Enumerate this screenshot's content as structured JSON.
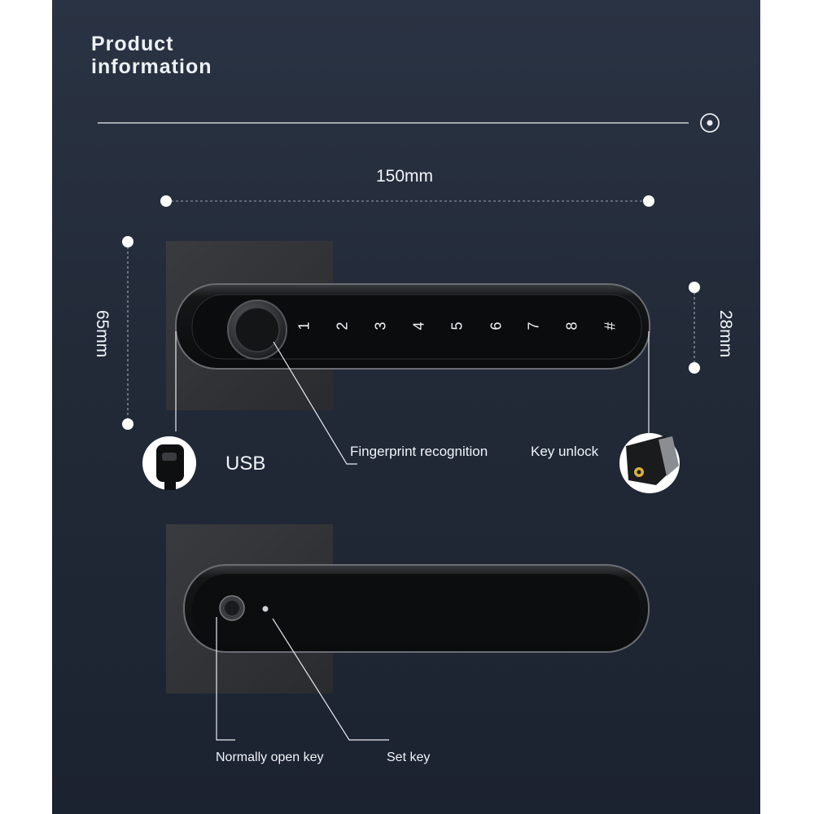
{
  "title": {
    "line1": "Product",
    "line2": "information"
  },
  "dimensions": {
    "width": "150mm",
    "height": "65mm",
    "depth": "28mm"
  },
  "keypad": {
    "keys": [
      "1",
      "2",
      "3",
      "4",
      "5",
      "6",
      "7",
      "8",
      "#"
    ]
  },
  "callouts": {
    "usb": "USB",
    "fingerprint": "Fingerprint recognition",
    "key_unlock": "Key unlock",
    "normally_open": "Normally open key",
    "set_key": "Set key"
  },
  "colors": {
    "background": "#232b39",
    "accent_line": "#e8ebf0",
    "handle": "#111214"
  }
}
